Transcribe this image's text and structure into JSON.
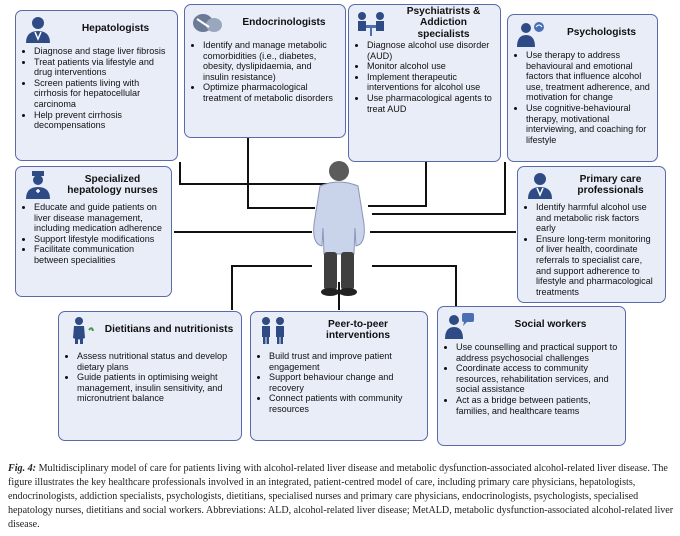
{
  "figure": {
    "center": {
      "icon": "patient-figure-icon"
    },
    "boxes": [
      {
        "key": "hepatologists",
        "title": "Hepatologists",
        "icon": "doctor-icon",
        "items": [
          "Diagnose and stage liver fibrosis",
          "Treat patients via lifestyle and drug interventions",
          "Screen patients living with cirrhosis for hepatocellular carcinoma",
          "Help prevent cirrhosis decompensations"
        ]
      },
      {
        "key": "endocrinologists",
        "title": "Endocrinologists",
        "icon": "organ-icon",
        "items": [
          "Identify and manage metabolic comorbidities (i.e., diabetes, obesity, dyslipidaemia, and insulin resistance)",
          "Optimize pharmacological treatment of metabolic disorders"
        ]
      },
      {
        "key": "psychiatrists",
        "title": "Psychiatrists & Addiction specialists",
        "icon": "counselling-icon",
        "items": [
          "Diagnose alcohol use disorder (AUD)",
          "Monitor alcohol use",
          "Implement therapeutic interventions for alcohol use",
          "Use pharmacological agents to treat AUD"
        ]
      },
      {
        "key": "psychologists",
        "title": "Psychologists",
        "icon": "brain-icon",
        "items": [
          "Use therapy to address behavioural and emotional factors that influence alcohol use, treatment adherence, and motivation for change",
          "Use cognitive-behavioural therapy, motivational interviewing, and coaching for lifestyle"
        ]
      },
      {
        "key": "nurses",
        "title": "Specialized hepatology nurses",
        "icon": "nurse-icon",
        "items": [
          "Educate and guide patients on liver disease management, including medication adherence",
          "Support lifestyle modifications",
          "Facilitate communication between specialities"
        ]
      },
      {
        "key": "primary",
        "title": "Primary care professionals",
        "icon": "doctor-icon",
        "items": [
          "Identify harmful alcohol use and metabolic risk factors early",
          "Ensure long-term monitoring of liver health, coordinate referrals to specialist care, and support adherence to lifestyle and pharmacological treatments"
        ]
      },
      {
        "key": "dietitians",
        "title": "Dietitians and nutritionists",
        "icon": "body-icon",
        "items": [
          "Assess nutritional status and develop dietary plans",
          "Guide patients in optimising weight management, insulin sensitivity, and micronutrient balance"
        ]
      },
      {
        "key": "peer",
        "title": "Peer-to-peer interventions",
        "icon": "peers-icon",
        "items": [
          "Build trust and improve patient engagement",
          "Support behaviour change and recovery",
          "Connect patients with community resources"
        ]
      },
      {
        "key": "social",
        "title": "Social workers",
        "icon": "social-worker-icon",
        "items": [
          "Use counselling and practical support to address psychosocial challenges",
          "Coordinate access to community resources, rehabilitation services, and social assistance",
          "Act as a bridge between patients, families, and healthcare teams"
        ]
      }
    ]
  },
  "caption": {
    "label": "Fig. 4:",
    "text": " Multidisciplinary model of care for patients living with alcohol-related liver disease and metabolic dysfunction-associated alcohol-related liver disease. The figure illustrates the key healthcare professionals involved in an integrated, patient-centred model of care, including primary care physicians, hepatologists, endocrinologists, addiction specialists, psychologists, dietitians, specialised nurses and primary care physicians, endocrinologists, psychologists, specialised hepatology nurses, dietitians and social workers. Abbreviations: ALD, alcohol-related liver disease; MetALD, metabolic dysfunction-associated alcohol-related liver disease."
  },
  "colors": {
    "box_fill": "#e9edf8",
    "box_border": "#5a6aa8",
    "icon": "#2f4b86",
    "line": "#111111"
  }
}
